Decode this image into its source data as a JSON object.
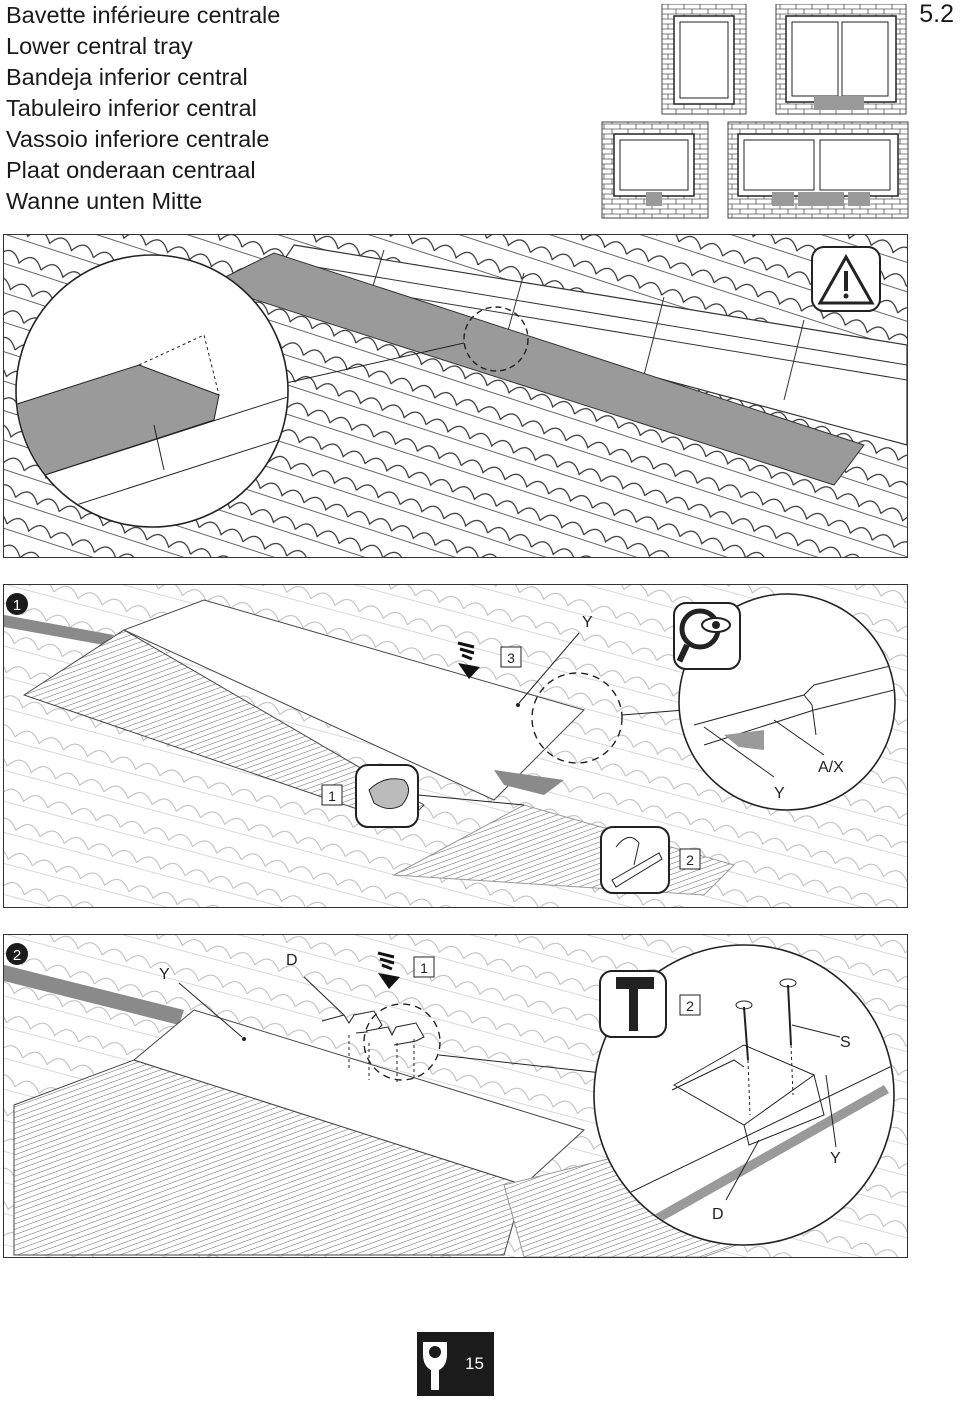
{
  "titles": [
    "Bavette inférieure centrale",
    "Lower central tray",
    "Bandeja inferior central",
    "Tabuleiro inferior central",
    "Vassoio inferiore centrale",
    "Plaat onderaan centraal",
    "Wanne unten Mitte"
  ],
  "section_number": "5.2",
  "step1": {
    "number": "1",
    "labels": {
      "y_top": "Y",
      "y_detail": "Y",
      "ax_detail": "A/X"
    },
    "sub_steps": {
      "a": "1",
      "b": "2",
      "c": "3"
    }
  },
  "step2": {
    "number": "2",
    "labels": {
      "y_left": "Y",
      "d_top": "D",
      "s_detail": "S",
      "y_detail": "Y",
      "d_detail": "D"
    },
    "sub_steps": {
      "a": "1",
      "b": "2"
    }
  },
  "page_number": "15",
  "icons": [
    "warning-icon",
    "magnifier-eye-icon",
    "hand-press-icon",
    "hand-fold-icon",
    "hammer-icon",
    "push-down-arrow-icon",
    "wrench-hand-icon"
  ],
  "colors": {
    "panel_fill": "#9a9a9a",
    "line": "#333333",
    "footer": "#1b1b1b"
  }
}
